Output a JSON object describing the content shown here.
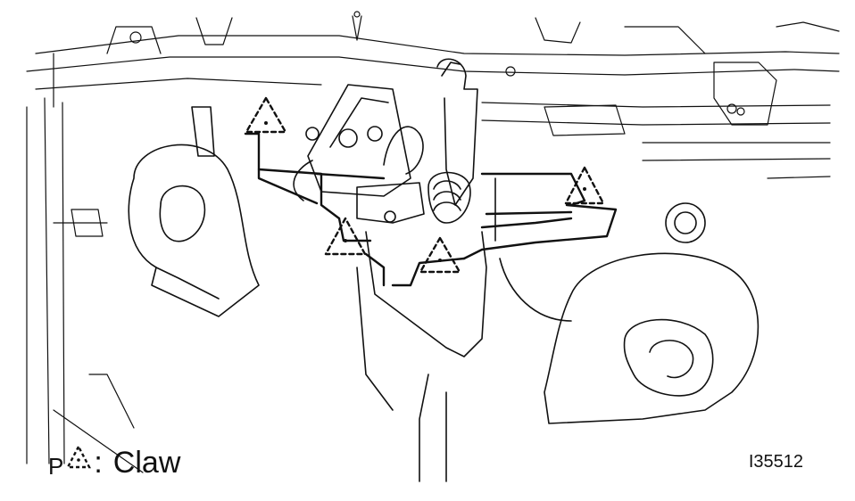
{
  "figure": {
    "legend": {
      "prefix": "P",
      "symbol_icon": "dashed-triangle-icon",
      "separator": ":",
      "label": "Claw"
    },
    "figure_id": "I35512"
  },
  "callout_icon": "dashed-triangle-icon",
  "colors": {
    "line": "#111111",
    "background": "#ffffff"
  }
}
